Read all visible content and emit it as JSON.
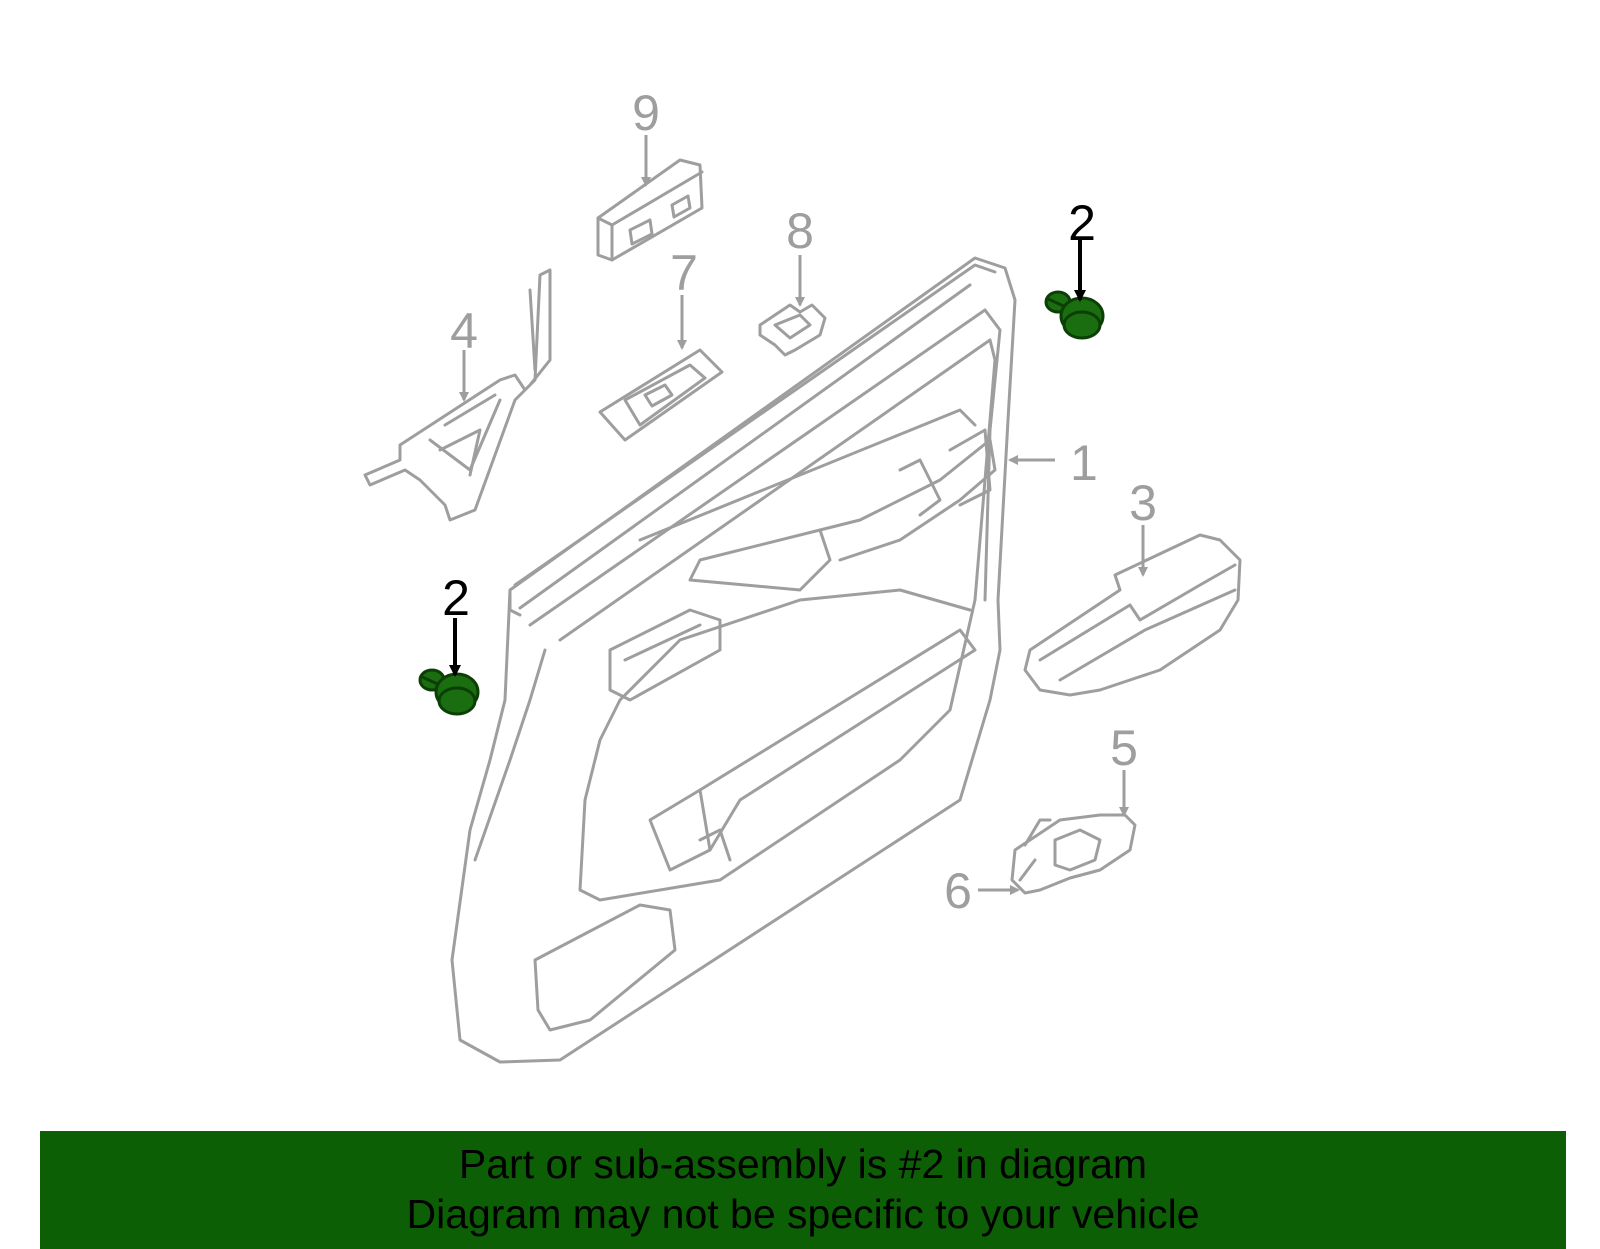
{
  "colors": {
    "highlight_part": "#1a6e10",
    "highlight_dark": "#0b3f06",
    "part_outline": "#9e9e9e",
    "callout_text": "#9e9e9e",
    "highlight_callout": "#000000",
    "banner_bg": "#0d5f06"
  },
  "callouts": [
    {
      "id": "1",
      "label": "1",
      "highlighted": false
    },
    {
      "id": "2a",
      "label": "2",
      "highlighted": true
    },
    {
      "id": "2b",
      "label": "2",
      "highlighted": true
    },
    {
      "id": "3",
      "label": "3",
      "highlighted": false
    },
    {
      "id": "4",
      "label": "4",
      "highlighted": false
    },
    {
      "id": "5",
      "label": "5",
      "highlighted": false
    },
    {
      "id": "6",
      "label": "6",
      "highlighted": false
    },
    {
      "id": "7",
      "label": "7",
      "highlighted": false
    },
    {
      "id": "8",
      "label": "8",
      "highlighted": false
    },
    {
      "id": "9",
      "label": "9",
      "highlighted": false
    }
  ],
  "banner": {
    "line1": "Part or sub-assembly is #2 in diagram",
    "line2": "Diagram may not be specific to your vehicle"
  }
}
